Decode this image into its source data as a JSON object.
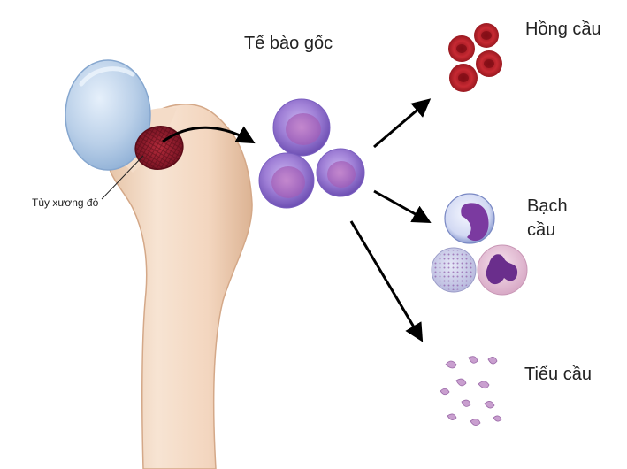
{
  "labels": {
    "marrow": "Tủy xương đỏ",
    "stem_cells": "Tế bào gốc",
    "red_cells": "Hồng cầu",
    "white_cells": "Bạch cầu",
    "platelets": "Tiểu cầu"
  },
  "colors": {
    "bone": "#f2d6bf",
    "bone_head": "#b7cde6",
    "marrow": "#8e1b2a",
    "stem_cell": "#a07ed6",
    "red_cell": "#c0262f",
    "lymphocyte_nucleus": "#7b3aa0",
    "neutrophil": "#e7c6dc",
    "platelet": "#c9a1cc",
    "arrow": "#000000"
  }
}
